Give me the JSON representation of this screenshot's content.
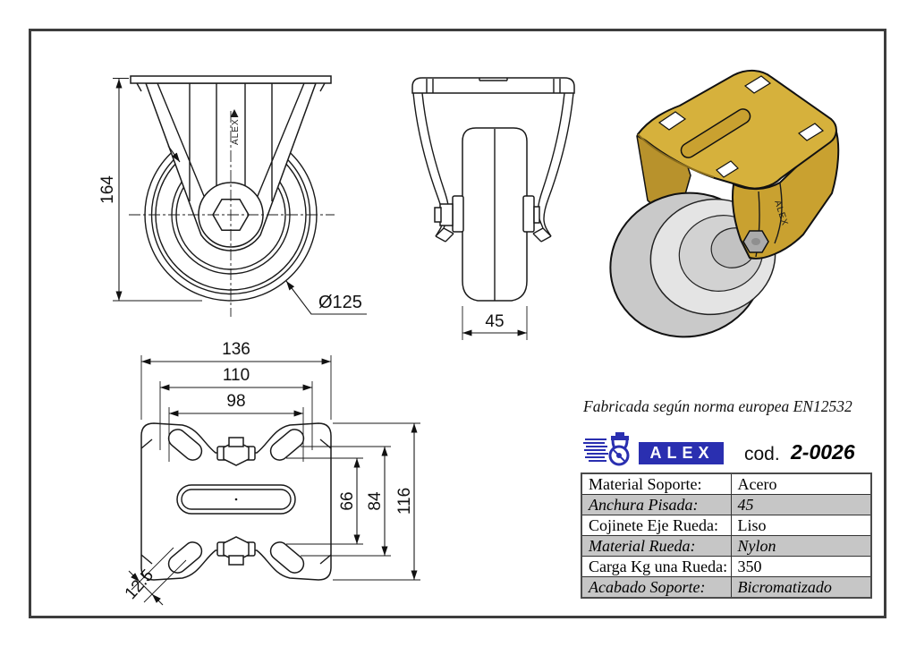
{
  "views": {
    "front": {
      "height_dim": "164",
      "diameter_dim": "Ø125",
      "brand_mark": "ALEX"
    },
    "side": {
      "width_dim": "45"
    },
    "top": {
      "overall_width": "136",
      "hole_span_outer": "110",
      "hole_span_inner": "98",
      "hole_span_vert_inner": "66",
      "hole_span_vert_outer": "84",
      "overall_depth": "116",
      "slot_width": "12.5"
    },
    "iso": {
      "brand_mark": "ALEX"
    }
  },
  "info": {
    "standard_note": "Fabricada según norma europea EN12532",
    "logo_text": "ALEX",
    "code_label": "cod.",
    "code_value": "2-0026",
    "spec_table": {
      "rows": [
        {
          "label": "Material Soporte:",
          "value": "Acero"
        },
        {
          "label": "Anchura Pisada:",
          "value": "45"
        },
        {
          "label": "Cojinete Eje Rueda:",
          "value": "Liso"
        },
        {
          "label": "Material Rueda:",
          "value": "Nylon"
        },
        {
          "label": "Carga Kg una Rueda:",
          "value": "350"
        },
        {
          "label": "Acabado Soporte:",
          "value": "Bicromatizado"
        }
      ]
    }
  },
  "colors": {
    "line": "#1a1a1a",
    "plate_yellow": "#d6b13c",
    "plate_yellow_dark": "#b8922c",
    "logo_blue": "#2a2fb0",
    "table_row_gray": "#c6c6c6",
    "wheel_gray": "#d9d9d9"
  }
}
